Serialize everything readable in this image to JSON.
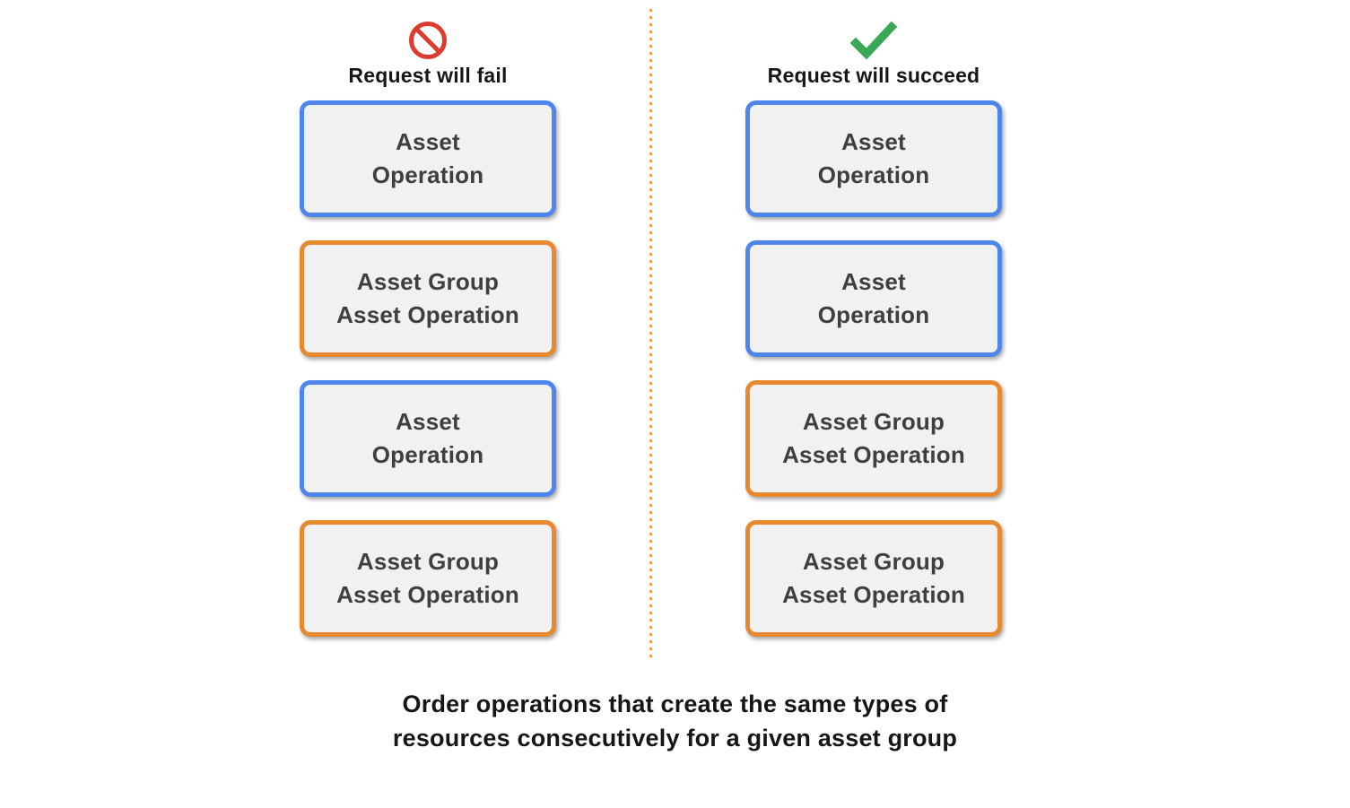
{
  "columns": [
    {
      "title": "Request will fail",
      "icon": "prohibition-icon",
      "boxes": [
        {
          "line1": "Asset",
          "line2": "Operation",
          "type": "asset-operation"
        },
        {
          "line1": "Asset Group",
          "line2": "Asset Operation",
          "type": "asset-group-asset-operation"
        },
        {
          "line1": "Asset",
          "line2": "Operation",
          "type": "asset-operation"
        },
        {
          "line1": "Asset Group",
          "line2": "Asset Operation",
          "type": "asset-group-asset-operation"
        }
      ]
    },
    {
      "title": "Request will succeed",
      "icon": "checkmark-icon",
      "boxes": [
        {
          "line1": "Asset",
          "line2": "Operation",
          "type": "asset-operation"
        },
        {
          "line1": "Asset",
          "line2": "Operation",
          "type": "asset-operation"
        },
        {
          "line1": "Asset Group",
          "line2": "Asset Operation",
          "type": "asset-group-asset-operation"
        },
        {
          "line1": "Asset Group",
          "line2": "Asset Operation",
          "type": "asset-group-asset-operation"
        }
      ]
    }
  ],
  "caption": {
    "line1": "Order operations that create the same types of",
    "line2": "resources consecutively for a given asset group"
  },
  "colors": {
    "asset_operation_border": "#4e86ec",
    "asset_group_border": "#e8882f",
    "box_background": "#f1f1f2",
    "box_text": "#3c4043",
    "heading_text": "#161616",
    "fail_icon_red": "#de3b30",
    "success_icon_green": "#3aa757",
    "divider_orange": "#e9a04a"
  }
}
